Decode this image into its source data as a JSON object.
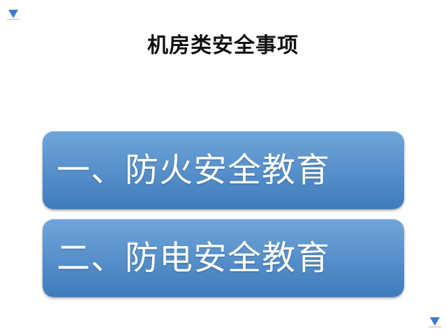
{
  "slide": {
    "title": "机房类安全事项"
  },
  "menu": {
    "items": [
      {
        "label": "一、防火安全教育"
      },
      {
        "label": "二、防电安全教育"
      }
    ]
  },
  "colors": {
    "button_top": "#6fa5da",
    "button_bottom": "#3f7bbd",
    "marker": "#3a7bd5",
    "title": "#111111"
  },
  "icons": {
    "top_left": "triangle-down-icon",
    "bottom_right": "triangle-down-icon"
  }
}
